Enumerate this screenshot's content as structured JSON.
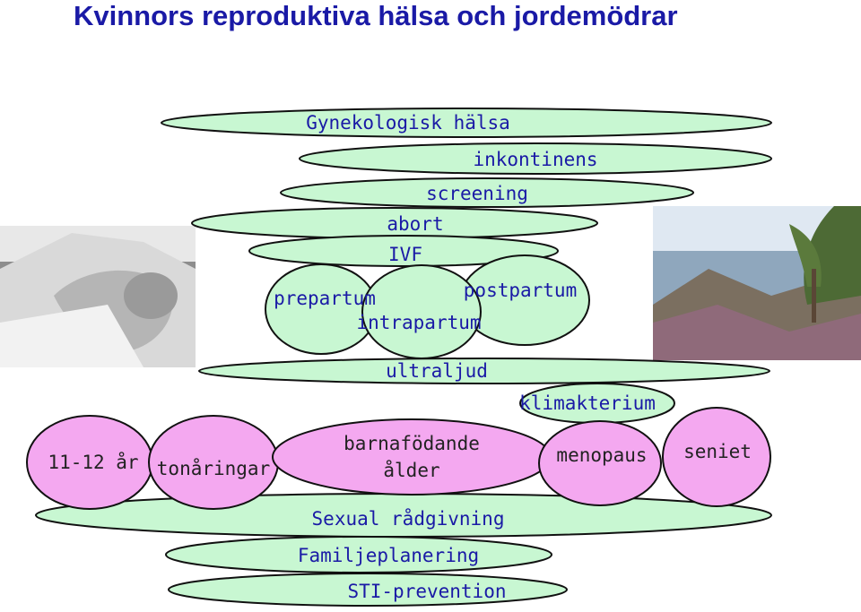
{
  "title": "Kvinnors reproduktiva hälsa och jordemödrar",
  "bands_top": [
    "Gynekologisk hälsa",
    "inkontinens",
    "screening",
    "abort",
    "IVF"
  ],
  "birth": [
    "prepartum",
    "intrapartum",
    "postpartum"
  ],
  "middle_band": "ultraljud",
  "klimakterium": "klimakterium",
  "life_stages": [
    "11-12 år",
    "tonåringar",
    "barnafödande",
    "ålder",
    "menopaus",
    "seniet"
  ],
  "bands_bottom": [
    "Sexual rådgivning",
    "Familjeplanering",
    "STI-prevention"
  ],
  "images": [
    "newborn-photo",
    "coastal-landscape-photo"
  ],
  "colors": {
    "band": "#c8f7d2",
    "stage": "#f4a8f0",
    "outline": "#111111",
    "text": "#1a1aa6"
  }
}
